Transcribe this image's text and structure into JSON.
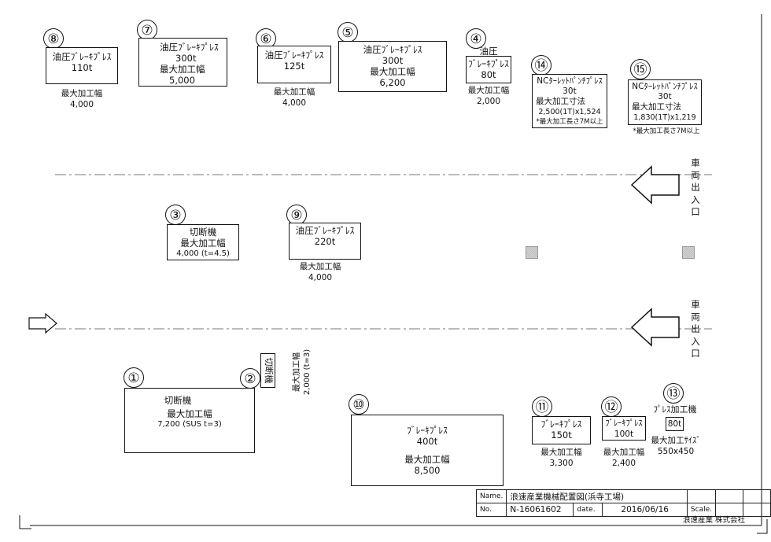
{
  "machines": {
    "m8": {
      "num": "⑧",
      "name": "油圧ﾌﾞﾚｰｷﾌﾟﾚｽ",
      "ton": "110t",
      "cap_label": "最大加工幅",
      "cap_value": "4,000"
    },
    "m7": {
      "num": "⑦",
      "name": "油圧ﾌﾞﾚｰｷﾌﾟﾚｽ",
      "ton": "300t",
      "cap_label": "最大加工幅",
      "cap_value": "5,000"
    },
    "m6": {
      "num": "⑥",
      "name": "油圧ﾌﾞﾚｰｷﾌﾟﾚｽ",
      "ton": "125t",
      "cap_label": "最大加工幅",
      "cap_value": "4,000"
    },
    "m5": {
      "num": "⑤",
      "name": "油圧ﾌﾞﾚｰｷﾌﾟﾚｽ",
      "ton": "300t",
      "cap_label": "最大加工幅",
      "cap_value": "6,200"
    },
    "m4": {
      "num": "④",
      "line1": "油圧",
      "name": "ﾌﾞﾚｰｷﾌﾟﾚｽ",
      "ton": "80t",
      "cap_label": "最大加工幅",
      "cap_value": "2,000"
    },
    "m14": {
      "num": "⑭",
      "name": "NCﾀｰﾚｯﾄﾊﾟﾝﾁﾌﾟﾚｽ",
      "ton": "30t",
      "cap_label": "最大加工寸法",
      "cap_value": "2,500(1T)x1,524",
      "note": "*最大加工長さ7M以上"
    },
    "m15": {
      "num": "⑮",
      "name": "NCﾀｰﾚｯﾄﾊﾟﾝﾁﾌﾟﾚｽ",
      "ton": "30t",
      "cap_label": "最大加工寸法",
      "cap_value": "1,830(1T)x1,219",
      "note": "*最大加工長さ7M以上"
    },
    "m3": {
      "num": "③",
      "name": "切断機",
      "cap_label": "最大加工幅",
      "cap_value": "4,000 (t=4.5)"
    },
    "m9": {
      "num": "⑨",
      "name": "油圧ﾌﾞﾚｰｷﾌﾟﾚｽ",
      "ton": "220t",
      "cap_label": "最大加工幅",
      "cap_value": "4,000"
    },
    "m1": {
      "num": "①",
      "name": "切断機",
      "cap_label": "最大加工幅",
      "cap_value": "7,200 (SUS t=3)"
    },
    "m2": {
      "num": "②",
      "name": "切断機",
      "cap_label": "最大加工幅",
      "cap_value": "2,000 (t=3)"
    },
    "m10": {
      "num": "⑩",
      "name": "ﾌﾞﾚｰｷﾌﾟﾚｽ",
      "ton": "400t",
      "cap_label": "最大加工幅",
      "cap_value": "8,500"
    },
    "m11": {
      "num": "⑪",
      "name": "ﾌﾞﾚｰｷﾌﾟﾚｽ",
      "ton": "150t",
      "cap_label": "最大加工幅",
      "cap_value": "3,300"
    },
    "m12": {
      "num": "⑫",
      "name": "ﾌﾞﾚｰｷﾌﾟﾚｽ",
      "ton": "100t",
      "cap_label": "最大加工幅",
      "cap_value": "2,400"
    },
    "m13": {
      "num": "⑬",
      "name": "ﾌﾟﾚｽ加工機",
      "ton": "80t",
      "cap_label": "最大加工ｻｲｽﾞ",
      "cap_value": "550x450"
    }
  },
  "gates": {
    "upper": [
      "車",
      "両",
      "出",
      "入",
      "口"
    ],
    "lower": [
      "車",
      "両",
      "出",
      "入",
      "口"
    ]
  },
  "title_block": {
    "name_label": "Name.",
    "name_value": "浪速産業機械配置図(浜寺工場)",
    "no_label": "No.",
    "no_value": "N-16061602",
    "date_label": "date.",
    "date_value": "2016/06/16",
    "scale_label": "Scale.",
    "company": "浪速産業 株式会社"
  },
  "colors": {
    "line": "#111111",
    "dash": "#777777",
    "column": "#c8c8c8"
  }
}
